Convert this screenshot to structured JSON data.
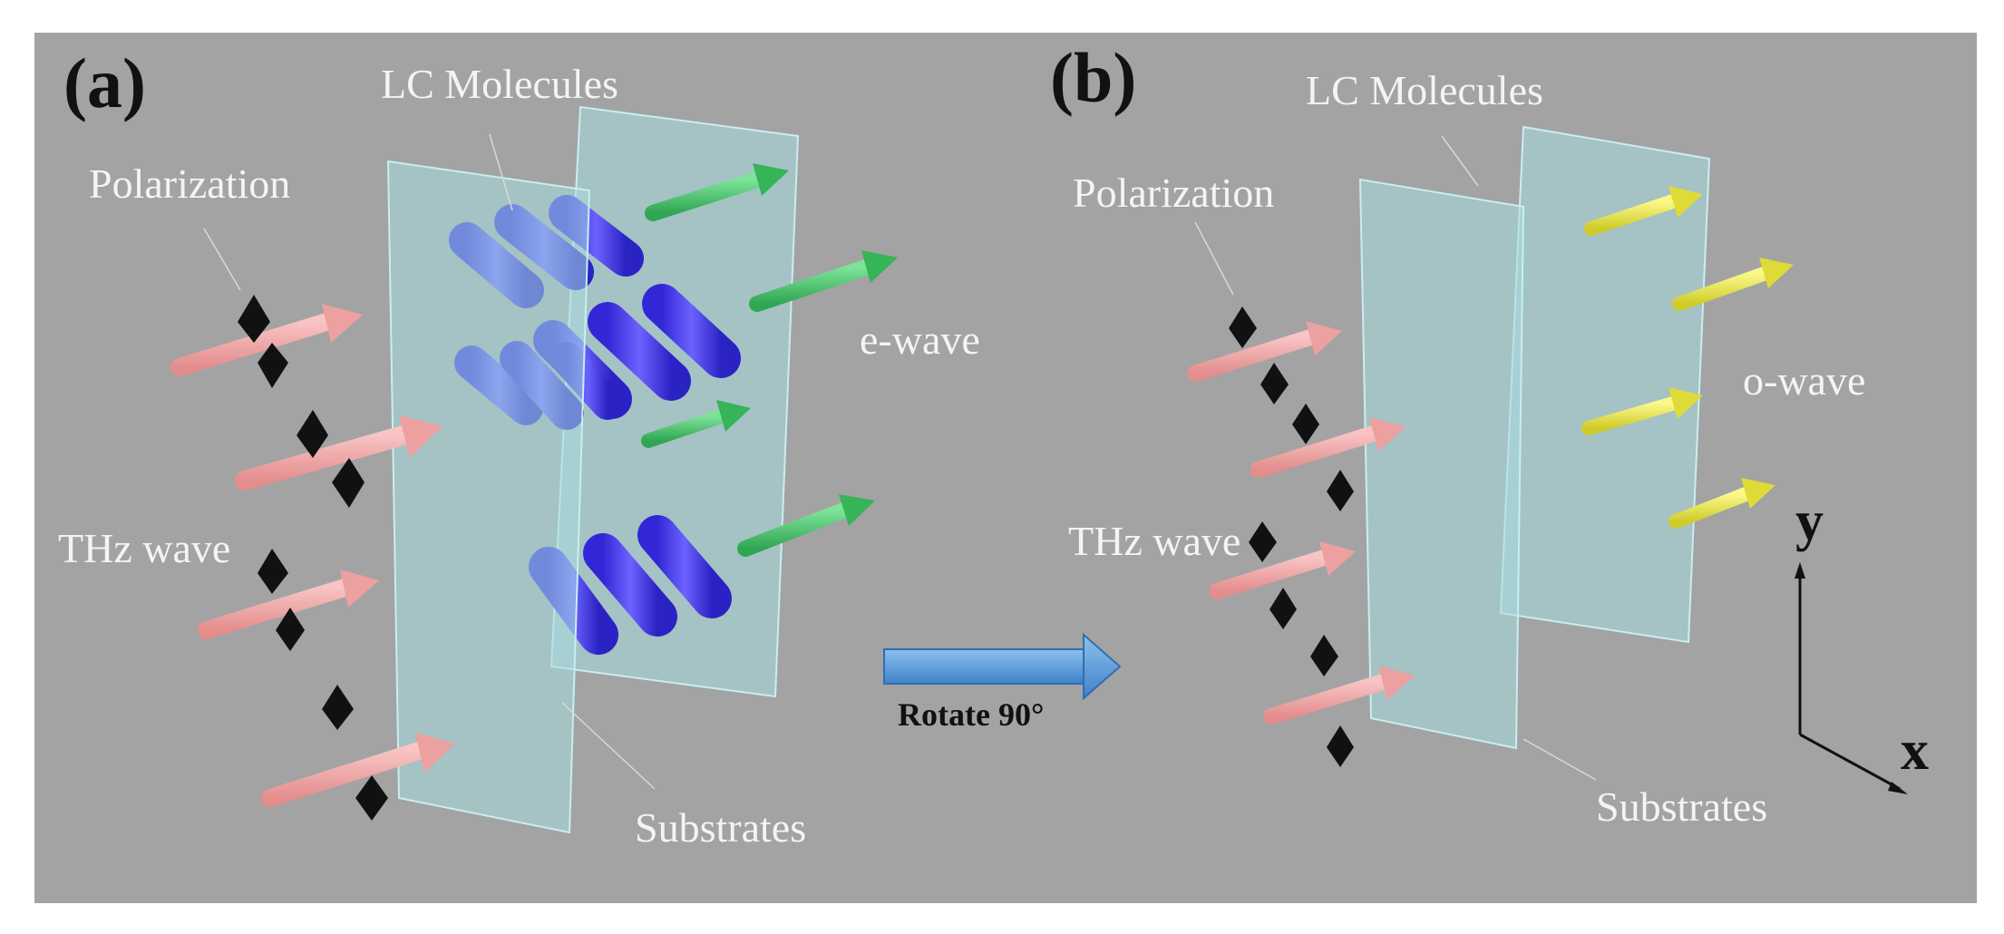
{
  "panel_a": {
    "letter": "(a)",
    "lc_label": "LC Molecules",
    "polarization_label": "Polarization",
    "thz_label": "THz wave",
    "substrates_label": "Substrates",
    "output_wave_label": "e-wave"
  },
  "panel_b": {
    "letter": "(b)",
    "lc_label": "LC Molecules",
    "polarization_label": "Polarization",
    "thz_label": "THz wave",
    "substrates_label": "Substrates",
    "output_wave_label": "o-wave"
  },
  "transition": {
    "label": "Rotate 90°"
  },
  "axes": {
    "y_label": "y",
    "x_label": "x"
  },
  "colors": {
    "background": "#a3a3a3",
    "substrate": "#a8dde0",
    "lc_molecule": "#4b3ff0",
    "lc_molecule_behind": "#6fa9ee",
    "input_arrow": "#f1a3a3",
    "e_wave_arrow": "#46c46a",
    "o_wave_arrow": "#e8e64a",
    "rotate_arrow": "#5b9bd5"
  }
}
